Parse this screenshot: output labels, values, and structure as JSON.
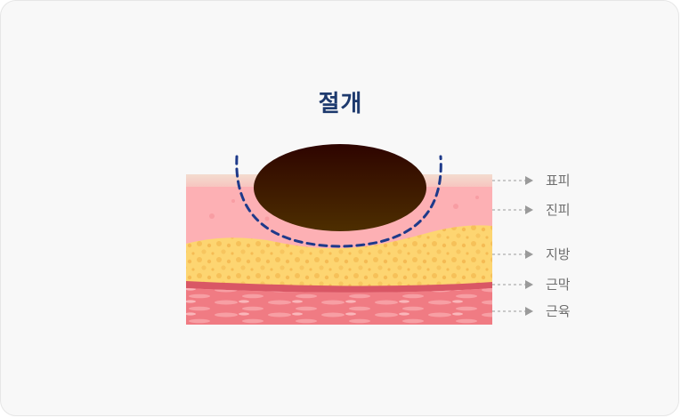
{
  "title": "절개",
  "layers": [
    {
      "label": "표피",
      "color": "#f5d3cb"
    },
    {
      "label": "진피",
      "color": "#fdb0b4"
    },
    {
      "label": "지방",
      "color": "#fdd571"
    },
    {
      "label": "근막",
      "color": "#d95765"
    },
    {
      "label": "근육",
      "color": "#f07b83"
    }
  ],
  "colors": {
    "title": "#1e3a6e",
    "incision_line": "#1e3a8a",
    "lesion_top": "#2e0400",
    "lesion_bottom": "#4a2c00",
    "guide": "#9a9a9a"
  }
}
